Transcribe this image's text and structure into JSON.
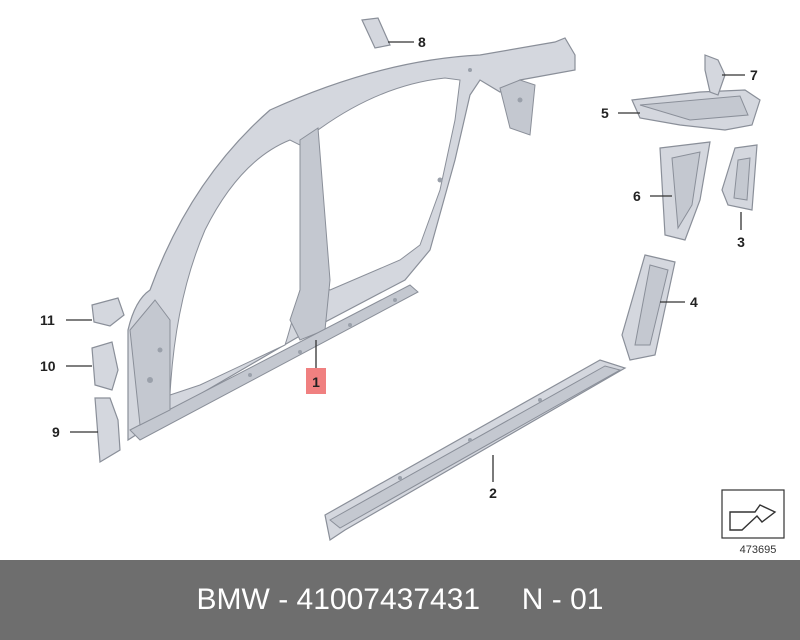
{
  "callouts": [
    {
      "id": "1",
      "label": "1",
      "highlighted": true
    },
    {
      "id": "2",
      "label": "2"
    },
    {
      "id": "3",
      "label": "3"
    },
    {
      "id": "4",
      "label": "4"
    },
    {
      "id": "5",
      "label": "5"
    },
    {
      "id": "6",
      "label": "6"
    },
    {
      "id": "7",
      "label": "7"
    },
    {
      "id": "8",
      "label": "8"
    },
    {
      "id": "9",
      "label": "9"
    },
    {
      "id": "10",
      "label": "10"
    },
    {
      "id": "11",
      "label": "11"
    }
  ],
  "highlight_color": "#f08080",
  "reference_number": "473695",
  "footer": {
    "brand": "BMW",
    "part_number": "41007437431",
    "position_code": "N - 01",
    "separator": " - ",
    "background": "#6e6e6e"
  }
}
